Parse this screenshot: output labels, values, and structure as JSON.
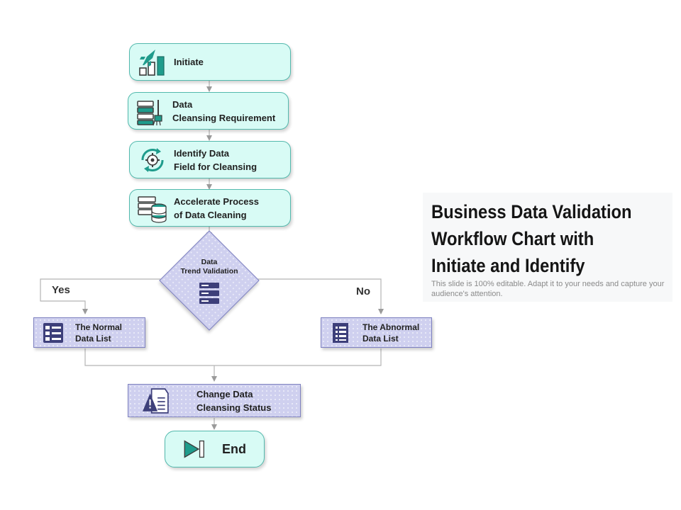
{
  "title": {
    "line1": "Business Data Validation",
    "line2": "Workflow Chart with",
    "line3": "Initiate and Identify",
    "subtitle": "This slide is 100% editable. Adapt it to your needs and capture your audience's attention."
  },
  "steps": {
    "initiate": {
      "label": "Initiate",
      "icon": "rocket-growth-chart-icon"
    },
    "requirement": {
      "line1": "Data",
      "line2": "Cleansing Requirement",
      "icon": "server-cleaning-icon"
    },
    "identify": {
      "line1": "Identify Data",
      "line2": "Field for Cleansing",
      "icon": "gear-cycle-icon"
    },
    "accelerate": {
      "line1": "Accelerate Process",
      "line2": "of Data Cleaning",
      "icon": "database-server-icon"
    }
  },
  "decision": {
    "line1": "Data",
    "line2": "Trend Validation",
    "icon": "server-stack-icon"
  },
  "branches": {
    "yes": "Yes",
    "no": "No"
  },
  "normal": {
    "line1": "The Normal",
    "line2": "Data List",
    "icon": "checklist-icon"
  },
  "abnormal": {
    "line1": "The Abnormal",
    "line2": "Data List",
    "icon": "document-list-icon"
  },
  "change": {
    "line1": "Change Data",
    "line2": "Cleansing Status",
    "icon": "warning-document-icon"
  },
  "end": {
    "label": "End",
    "icon": "play-end-icon"
  },
  "colors": {
    "step_fill": "#d8fbf5",
    "step_border": "#53b9ad",
    "box_fill": "#cfd0ef",
    "box_border": "#7f82c0",
    "teal_icon": "#1f9c8c",
    "navy_icon": "#3d3f7a"
  }
}
